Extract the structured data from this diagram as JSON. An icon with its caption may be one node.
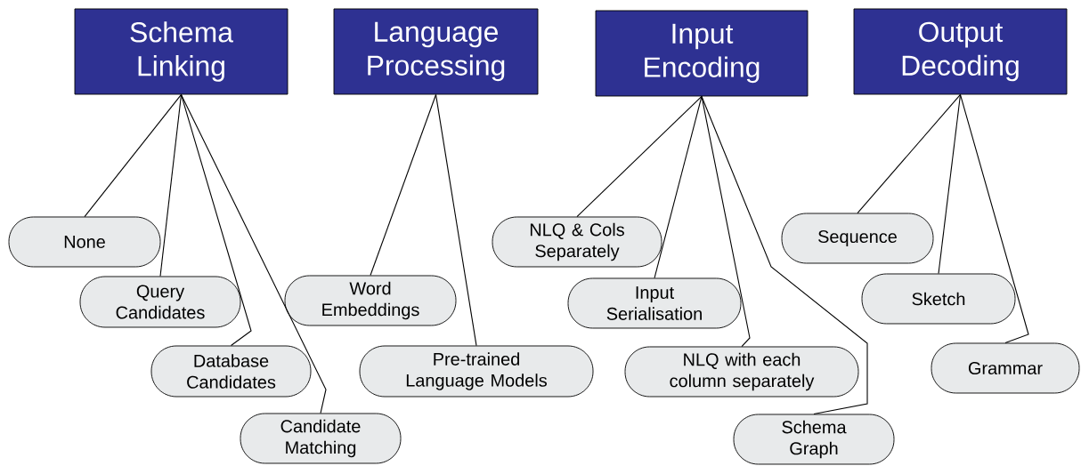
{
  "diagram": {
    "nodes": [
      {
        "text": [
          "Schema Linking"
        ]
      },
      {
        "text": [
          "Language Processing"
        ]
      },
      {
        "text": [
          "Input Encoding"
        ]
      },
      {
        "text": [
          "Output Decoding"
        ]
      },
      {
        "text": [
          "None"
        ]
      },
      {
        "text": [
          "Query Candidates"
        ]
      },
      {
        "text": [
          "Database Candidates"
        ]
      },
      {
        "text": [
          "Candidate Matching"
        ]
      },
      {
        "text": [
          "Word Embeddings"
        ]
      },
      {
        "text": [
          "Pre-trained Language Models"
        ]
      },
      {
        "text": [
          "NLQ & Cols Separately"
        ]
      },
      {
        "text": [
          "Input Serialisation"
        ]
      },
      {
        "text": [
          "NLQ with each column separately"
        ]
      },
      {
        "text": [
          "Schema Graph"
        ]
      },
      {
        "text": [
          "Sequence"
        ]
      },
      {
        "text": [
          "Sketch"
        ]
      },
      {
        "text": [
          "Grammar"
        ]
      }
    ],
    "edges": [
      {
        "from": 0,
        "to": 4,
        "arrow": "none"
      },
      {
        "from": 0,
        "to": 5,
        "arrow": "none"
      },
      {
        "from": 0,
        "to": 6,
        "arrow": "none"
      },
      {
        "from": 0,
        "to": 7,
        "arrow": "none"
      },
      {
        "from": 1,
        "to": 8,
        "arrow": "none"
      },
      {
        "from": 1,
        "to": 9,
        "arrow": "none"
      },
      {
        "from": 2,
        "to": 10,
        "arrow": "none"
      },
      {
        "from": 2,
        "to": 11,
        "arrow": "none"
      },
      {
        "from": 2,
        "to": 12,
        "arrow": "none"
      },
      {
        "from": 2,
        "to": 13,
        "arrow": "none"
      },
      {
        "from": 3,
        "to": 14,
        "arrow": "none"
      },
      {
        "from": 3,
        "to": 15,
        "arrow": "none"
      },
      {
        "from": 3,
        "to": 16,
        "arrow": "none"
      }
    ]
  }
}
